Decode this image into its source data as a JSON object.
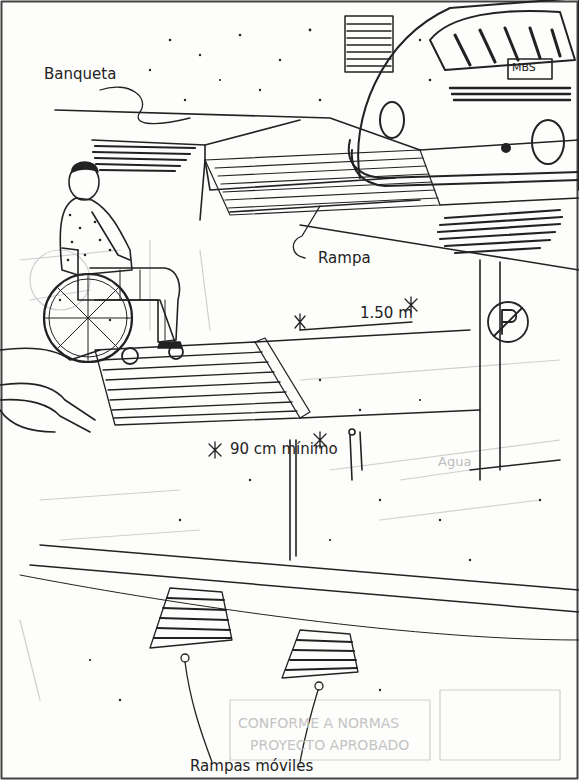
{
  "diagram": {
    "labels": [
      "Banqueta",
      "Rampa",
      "1.50 m",
      "90 cm mínimo",
      "Rampas móviles",
      "MBS",
      "Agua",
      "CONFORME A NORMAS",
      "PROYECTO APROBADO"
    ]
  }
}
